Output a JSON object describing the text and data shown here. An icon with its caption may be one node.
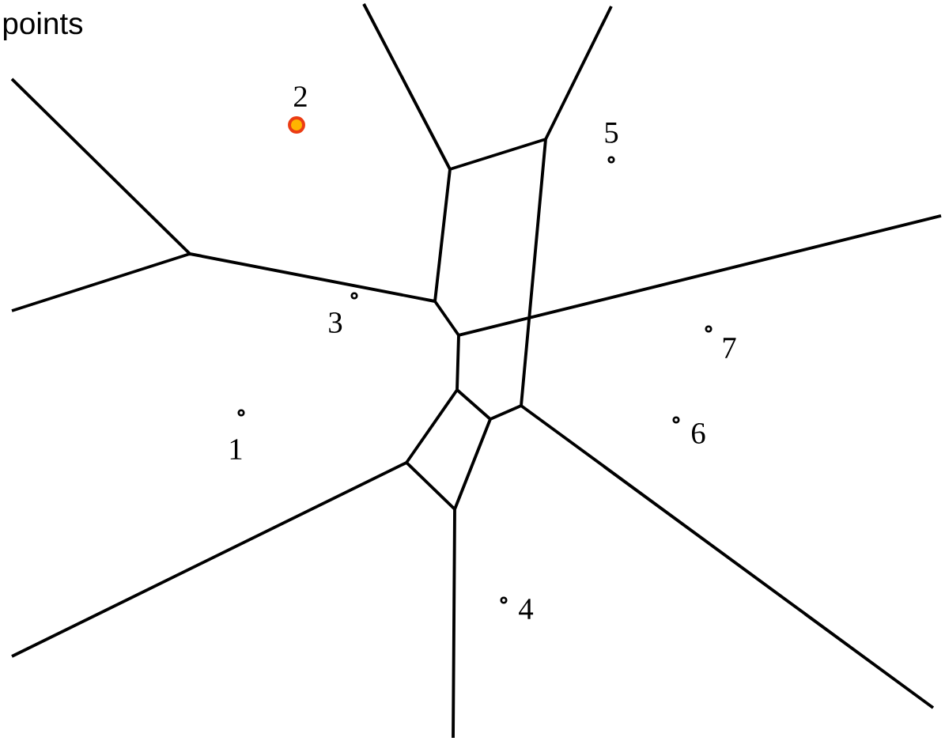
{
  "diagram": {
    "nodes": [
      {
        "text": [],
        "shape": "circle",
        "beside": [
          "1"
        ]
      },
      {
        "text": [],
        "shape": "circle",
        "beside": [
          "2"
        ]
      },
      {
        "text": [],
        "shape": "circle",
        "beside": [
          "3"
        ]
      },
      {
        "text": [],
        "shape": "circle",
        "beside": [
          "4"
        ]
      },
      {
        "text": [],
        "shape": "circle",
        "beside": [
          "5"
        ]
      },
      {
        "text": [],
        "shape": "circle",
        "beside": [
          "6"
        ]
      },
      {
        "text": [],
        "shape": "circle",
        "beside": [
          "7"
        ]
      }
    ],
    "labels": [
      "points"
    ]
  }
}
